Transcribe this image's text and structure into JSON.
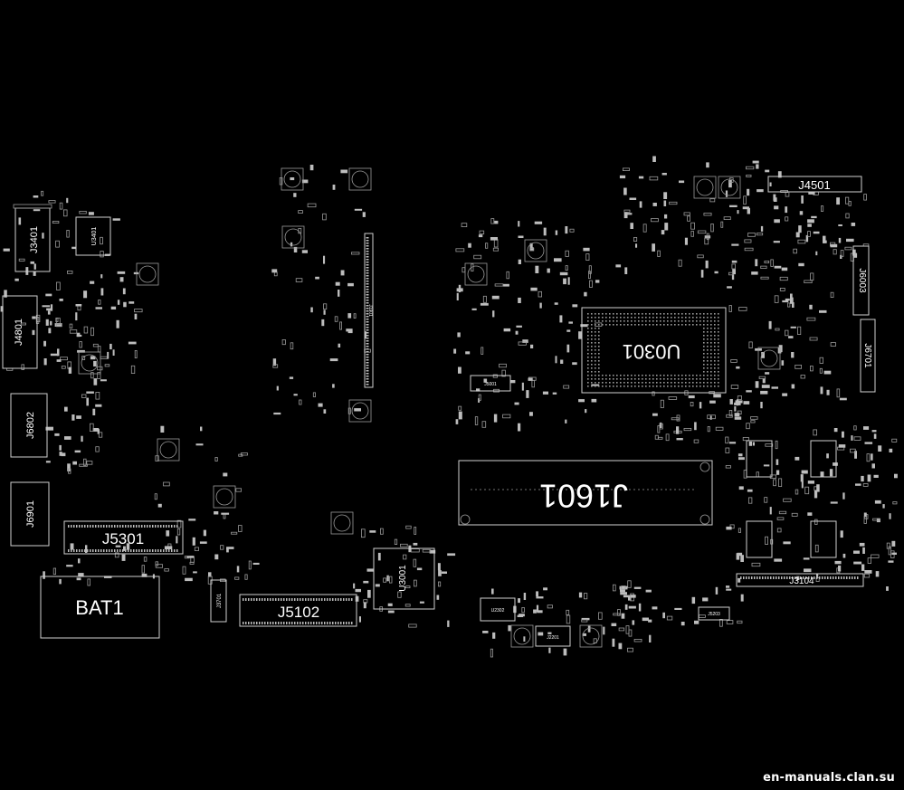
{
  "board": {
    "labels": {
      "J3401": "J3401",
      "U3401": "U3401",
      "J4801": "J4801",
      "J6802": "J6802",
      "J6901": "J6901",
      "J5301": "J5301",
      "BAT1": "BAT1",
      "J3701": "J3701",
      "J5102": "J5102",
      "U3001": "U3001",
      "J4501": "J4501",
      "J6003": "J6003",
      "J6701": "J6701",
      "U0301": "U0301",
      "J1601": "J1601",
      "J3104": "J3104",
      "J5001": "J5001",
      "J2201": "J2201",
      "U2302": "U2302",
      "J5203": "J5203",
      "J1901": "J1901"
    }
  },
  "footer": {
    "watermark": "en-manuals.clan.su"
  },
  "colors": {
    "background": "#000000",
    "silkscreen": "#ffffff"
  }
}
